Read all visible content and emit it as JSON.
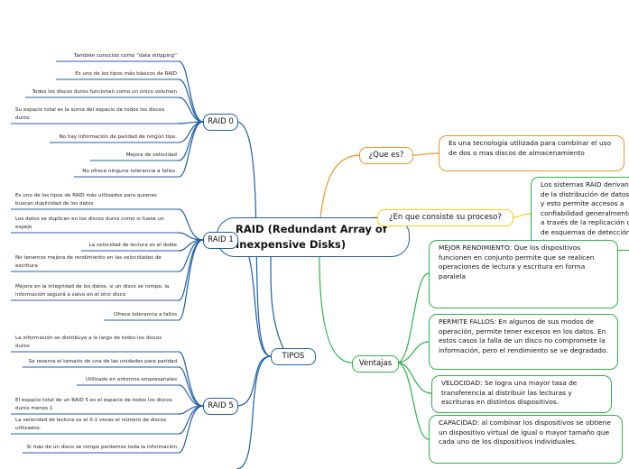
{
  "central": "RAID (Redundant Array of Inexpensive Disks)",
  "hubs": {
    "raid0": "RAID 0",
    "raid1": "RAID 1",
    "raid5": "RAID 5",
    "tipos": "TIPOS",
    "que_es": "¿Que es?",
    "proceso": "¿En que consiste su proceso?",
    "ventajas": "Ventajas"
  },
  "raid0_items": [
    "También conocido como “data stripping”",
    "Es uno de los tipos más básicos de RAID",
    "Todos los discos duros funcionan como un único volumen",
    "Su espacio total es la suma del espacio de todos los discos duros",
    "No hay información de paridad de ningún tipo.",
    "Mejora de velocidad",
    "No ofrece ninguna tolerancia a fallos."
  ],
  "raid1_items": [
    "Es uno de los tipos de RAID más utilizados para quienes buscan duplicidad de los datos",
    "Los datos se duplican en los discos duros como si fuese un espejo",
    "La velocidad de lectura es el doble",
    "No tenemos mejora de rendimiento en las velocidades de escritura",
    "Mejora en la integridad de los datos, si un disco se rompe, la información seguirá a salvo en el otro disco",
    "Ofrece tolerancia a fallos"
  ],
  "raid5_items": [
    "La información se distribuye a lo largo de todos los discos duros",
    "Se reserva el tamaño de una de las unidades para paridad",
    "Utilizado en entornos empresariales",
    "El espacio total de un RAID 5 es el espacio de todos los discos duros menos 1",
    "La velocidad de lectura es el X-1 veces el número de discos utilizados.",
    "Si más de un disco se rompe perdemos toda la información"
  ],
  "que_es_text": "Es una tecnología utilizada para combinar el uso de dos o mas discos de almacenamiento",
  "proceso_text": "Los sistemas RAID derivan de la distribución de datos y esto permite accesos a confiabilidad generalmente a través de la replicación o de esquemas de detección de errores en toda la matriz.",
  "ventajas_items": [
    "MEJOR RENDIMIENTO: Que los dispositivos funcionen en conjunto permite que se realicen operaciones de lectura y escritura en forma paralela",
    "PERMITE FALLOS: En algunos de sus modos de operación, permite tener excesos en los datos. En estos casos la falla de un disco no compromete la información, pero el rendimiento se ve degradado.",
    "VELOCIDAD: Se logra una mayor tasa de transferencia al distribuir las lecturas y escrituras en distintos dispositivos.",
    "CAPACIDAD: al combinar los dispositivos  se obtiene un dispositivo virtual de igual o mayor  tamaño que cada uno de los dispositivos individuales."
  ],
  "colors": {
    "blue": "#1f5fa8",
    "green": "#2fb24a",
    "orange": "#f39220",
    "yellow": "#f2cf1d"
  }
}
